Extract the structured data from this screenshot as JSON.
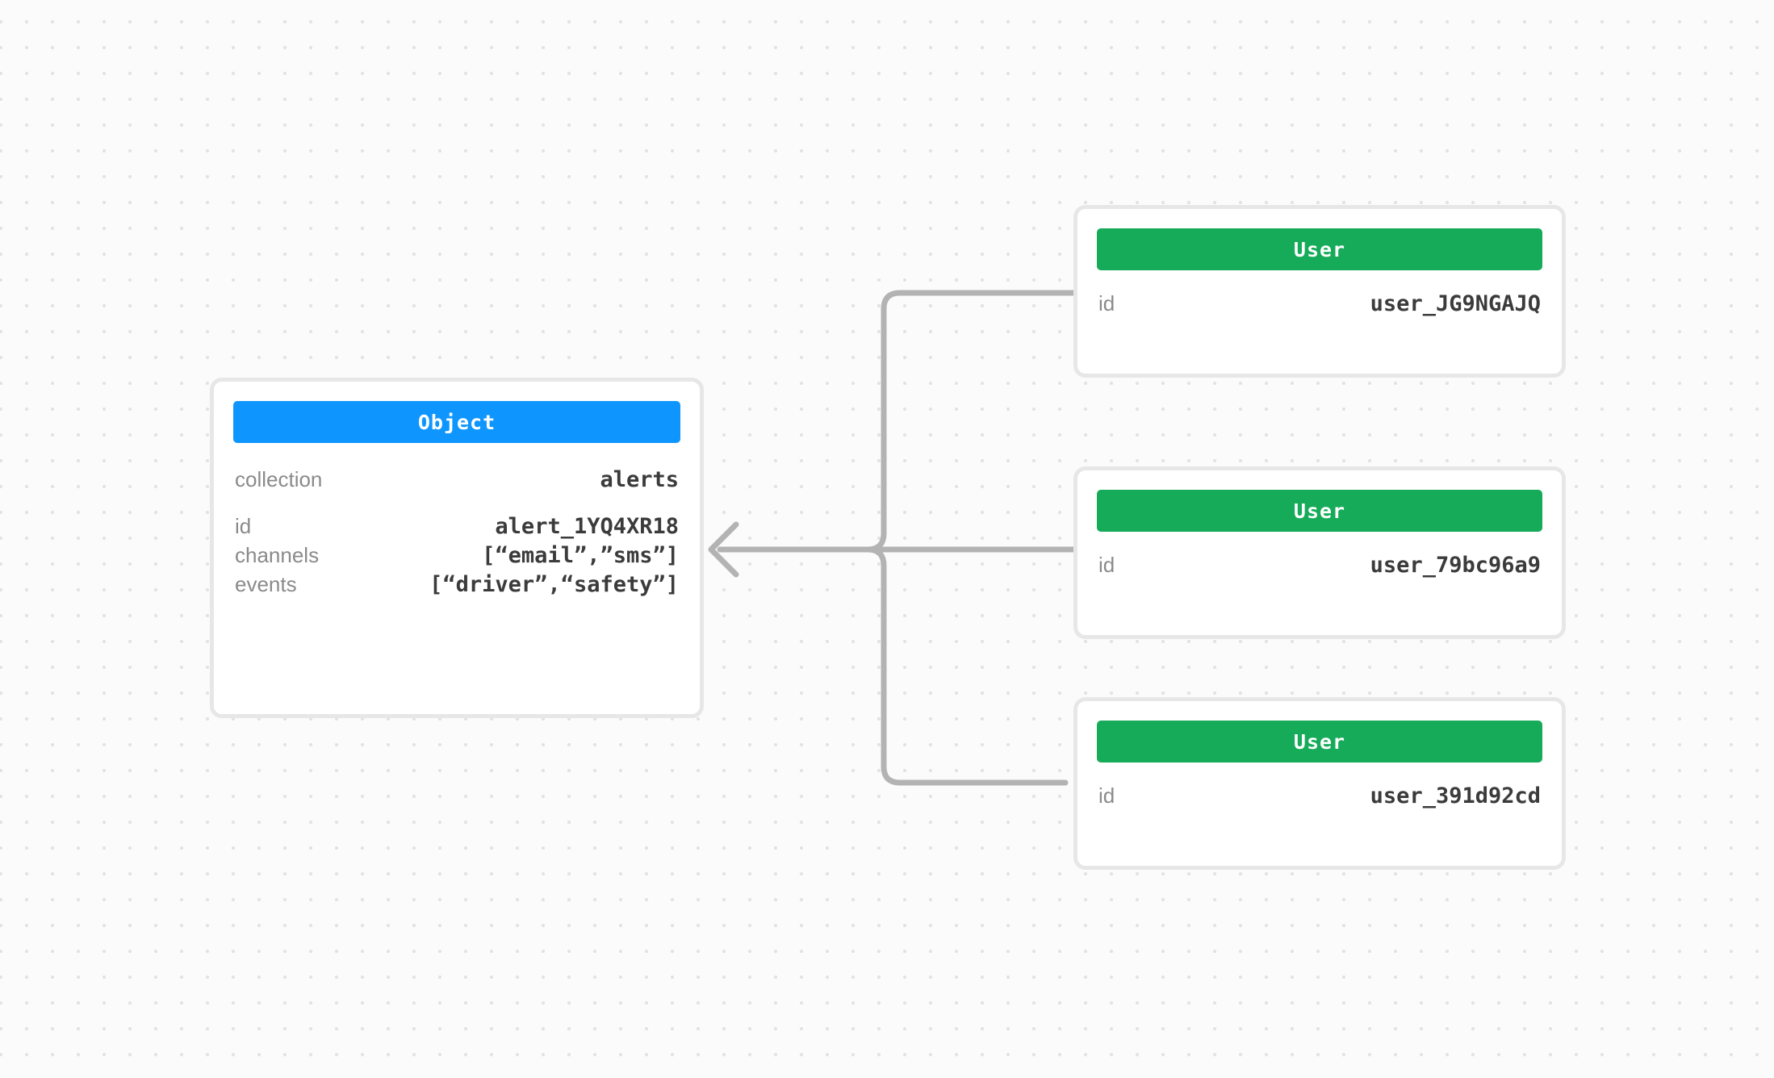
{
  "canvas": {
    "background_color": "#fbfbfb",
    "dot_color": "#e3e3e3",
    "edge_color": "#b3b3b3",
    "card_border_color": "#e7e7e7"
  },
  "object_node": {
    "type_label": "Object",
    "header_color": "#0f96fe",
    "groups": [
      {
        "fields": [
          {
            "key": "collection",
            "value": "alerts"
          }
        ]
      },
      {
        "fields": [
          {
            "key": "id",
            "value": "alert_1YQ4XR18"
          },
          {
            "key": "channels",
            "value": "[“email”,”sms”]"
          },
          {
            "key": "events",
            "value": "[“driver”,“safety”]"
          }
        ]
      }
    ]
  },
  "user_nodes": [
    {
      "type_label": "User",
      "header_color": "#15ab59",
      "fields": [
        {
          "key": "id",
          "value": "user_JG9NGAJQ"
        }
      ]
    },
    {
      "type_label": "User",
      "header_color": "#15ab59",
      "fields": [
        {
          "key": "id",
          "value": "user_79bc96a9"
        }
      ]
    },
    {
      "type_label": "User",
      "header_color": "#15ab59",
      "fields": [
        {
          "key": "id",
          "value": "user_391d92cd"
        }
      ]
    }
  ],
  "edges": [
    {
      "from": "user_nodes.0",
      "to": "object_node",
      "style": "orthogonal-elbow"
    },
    {
      "from": "user_nodes.1",
      "to": "object_node",
      "style": "straight"
    },
    {
      "from": "user_nodes.2",
      "to": "object_node",
      "style": "orthogonal-elbow"
    }
  ]
}
